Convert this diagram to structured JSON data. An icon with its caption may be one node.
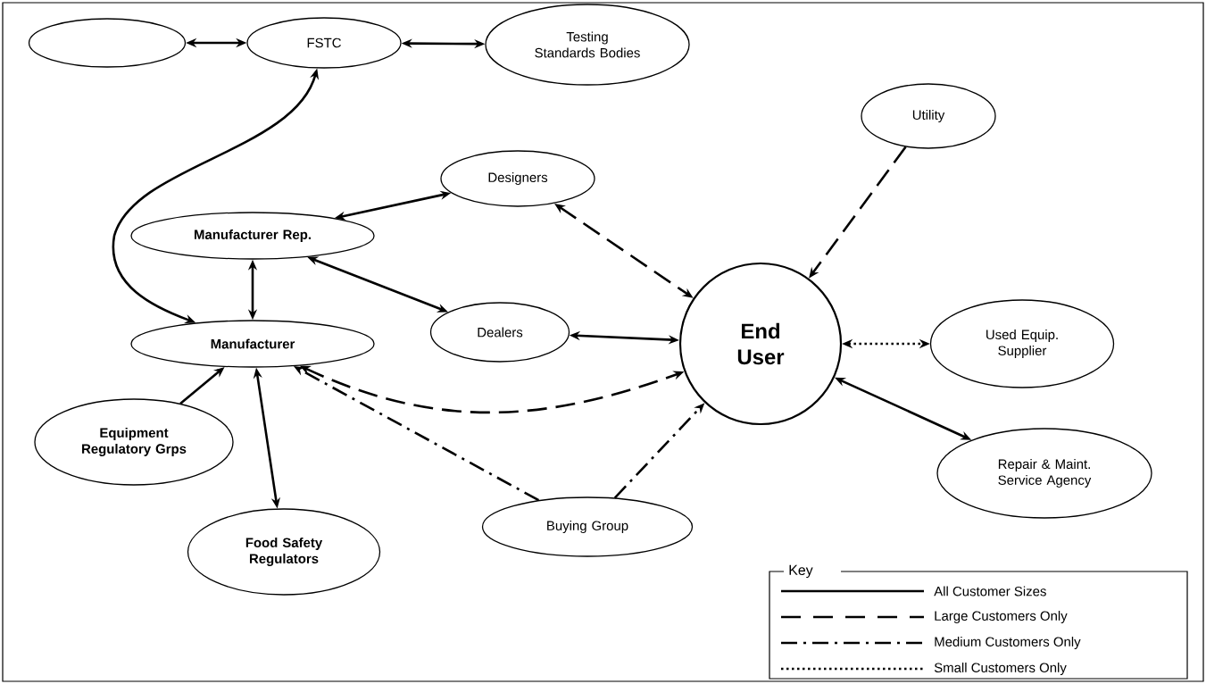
{
  "diagram": {
    "nodes": [
      {
        "text": [],
        "shape": "ellipse"
      },
      {
        "text": [
          "FSTC"
        ]
      },
      {
        "text": [
          "Testing Standards Bodies"
        ]
      },
      {
        "text": [
          "Utility"
        ]
      },
      {
        "text": [
          "Designers"
        ]
      },
      {
        "text": [
          "Manufacturer Rep."
        ]
      },
      {
        "text": [
          "End User"
        ]
      },
      {
        "text": [
          "Used Equip. Supplier"
        ]
      },
      {
        "text": [
          "Dealers"
        ]
      },
      {
        "text": [
          "Manufacturer"
        ]
      },
      {
        "text": [
          "Equipment Regulatory Grps"
        ]
      },
      {
        "text": [
          "Repair & Maint. Service Agency"
        ]
      },
      {
        "text": [
          "Buying Group"
        ]
      },
      {
        "text": [
          "Food Safety Regulators"
        ]
      }
    ],
    "edges": [
      {
        "from": 0,
        "to": 1,
        "arrow": "both"
      },
      {
        "from": 1,
        "to": 2,
        "arrow": "both"
      },
      {
        "from": 1,
        "to": 9,
        "arrow": "both"
      },
      {
        "from": 5,
        "to": 4,
        "arrow": "both"
      },
      {
        "from": 4,
        "to": 6,
        "arrow": "both",
        "style": "dashed"
      },
      {
        "from": 3,
        "to": 6,
        "arrow": "to",
        "style": "dashed"
      },
      {
        "from": 5,
        "to": 9,
        "arrow": "both"
      },
      {
        "from": 5,
        "to": 8,
        "arrow": "both"
      },
      {
        "from": 8,
        "to": 6,
        "arrow": "both"
      },
      {
        "from": 6,
        "to": 7,
        "arrow": "both",
        "style": "dashed"
      },
      {
        "from": 6,
        "to": 11,
        "arrow": "both"
      },
      {
        "from": 9,
        "to": 6,
        "arrow": "both",
        "style": "dashed"
      },
      {
        "from": 10,
        "to": 9,
        "arrow": "to"
      },
      {
        "from": 9,
        "to": 13,
        "arrow": "both"
      },
      {
        "from": 12,
        "to": 9,
        "arrow": "to",
        "style": "dashed"
      },
      {
        "from": 12,
        "to": 6,
        "arrow": "to",
        "style": "dashed"
      }
    ],
    "labels": [
      "Key"
    ],
    "legend": [
      {
        "text": "All Customer Sizes"
      },
      {
        "text": "Large Customers Only"
      },
      {
        "text": "Medium Customers Only"
      },
      {
        "text": "Small Customers Only"
      }
    ]
  }
}
